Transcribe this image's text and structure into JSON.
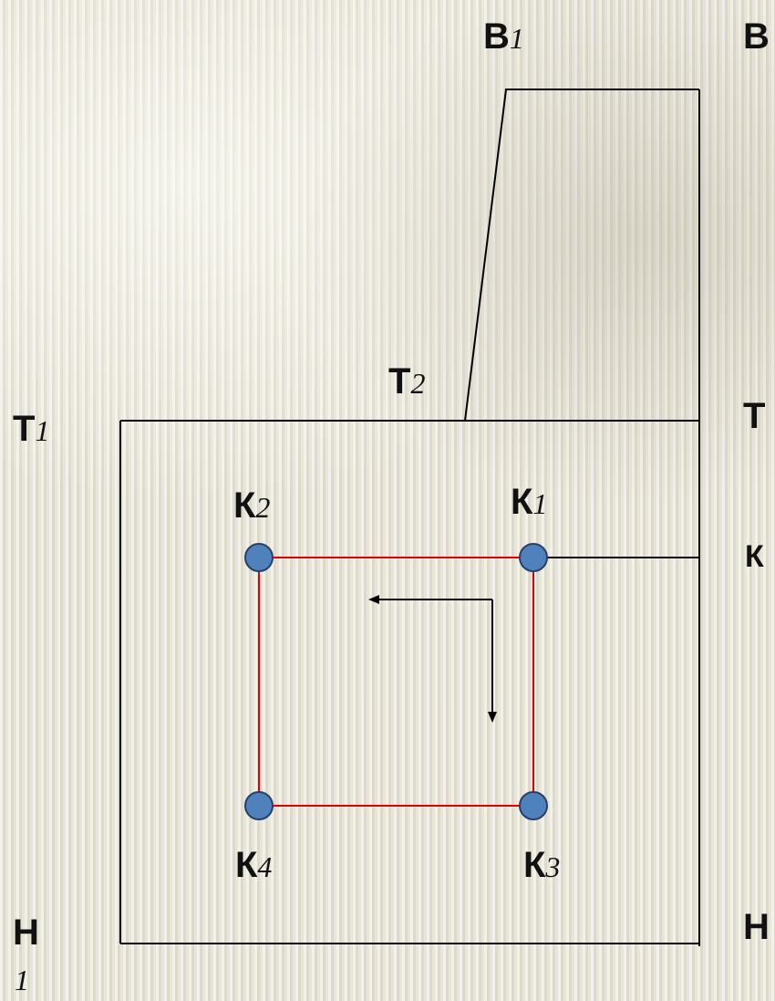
{
  "labels": {
    "b1": {
      "letter": "В",
      "sub": "1"
    },
    "b": {
      "letter": "В"
    },
    "t2": {
      "letter": "Т",
      "sub": "2"
    },
    "t1": {
      "letter": "Т",
      "sub": "1"
    },
    "t": {
      "letter": "Т"
    },
    "k2": {
      "letter": "К",
      "sub": "2"
    },
    "k1": {
      "letter": "К",
      "sub": "1"
    },
    "k": {
      "letter": "К"
    },
    "k4": {
      "letter": "К",
      "sub": "4"
    },
    "k3": {
      "letter": "К",
      "sub": "3"
    },
    "h1": {
      "letter": "Н",
      "sub": "1"
    },
    "h": {
      "letter": "Н"
    }
  },
  "colors": {
    "line": "#000000",
    "contour": "#e00000",
    "node_fill": "#4f81bd",
    "node_stroke": "#2a3f66"
  },
  "icons": {
    "direction": "arrow-icon"
  }
}
